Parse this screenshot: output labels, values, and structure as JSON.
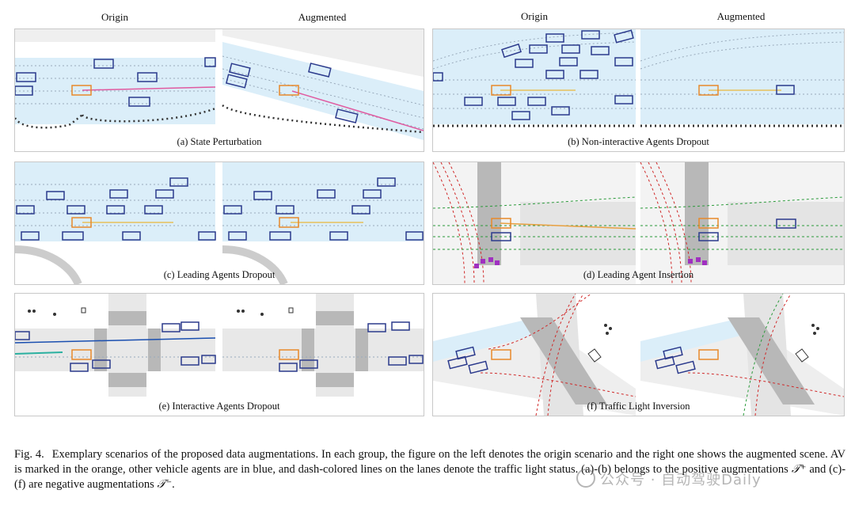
{
  "headers": {
    "left_origin": "Origin",
    "left_augmented": "Augmented",
    "right_origin": "Origin",
    "right_augmented": "Augmented"
  },
  "panels": [
    {
      "id": "a",
      "caption": "(a) State Perturbation"
    },
    {
      "id": "b",
      "caption": "(b) Non-interactive Agents Dropout"
    },
    {
      "id": "c",
      "caption": "(c) Leading Agents Dropout"
    },
    {
      "id": "d",
      "caption": "(d) Leading Agent Insertion"
    },
    {
      "id": "e",
      "caption": "(e) Interactive Agents Dropout"
    },
    {
      "id": "f",
      "caption": "(f) Traffic Light Inversion"
    }
  ],
  "figure_caption": {
    "label": "Fig. 4.",
    "text_1": "Exemplary scenarios of the proposed data augmentations. In each group, the figure on the left denotes the origin scenario and the right one shows the augmented scene. AV is marked in the orange, other vehicle agents are in blue, and dash-colored lines on the lanes denote the traffic light status. (a)-(b) belongs to the positive augmentations",
    "sym_pos": "𝒯⁺",
    "text_2": "and (c)-(f) are negative augmentations",
    "sym_neg": "𝒯⁻",
    "text_3": "."
  },
  "watermark": "公众号 · 自动驾驶Daily",
  "colors": {
    "ego": "#e8892a",
    "agent": "#2b3a8c",
    "lane_band": "#dbeef9",
    "road_gray": "#e6e6e6",
    "crosswalk": "#b8b8b8",
    "traj_pink": "#e05aa0",
    "light_green": "#2a9a3a",
    "light_red": "#d02828"
  }
}
